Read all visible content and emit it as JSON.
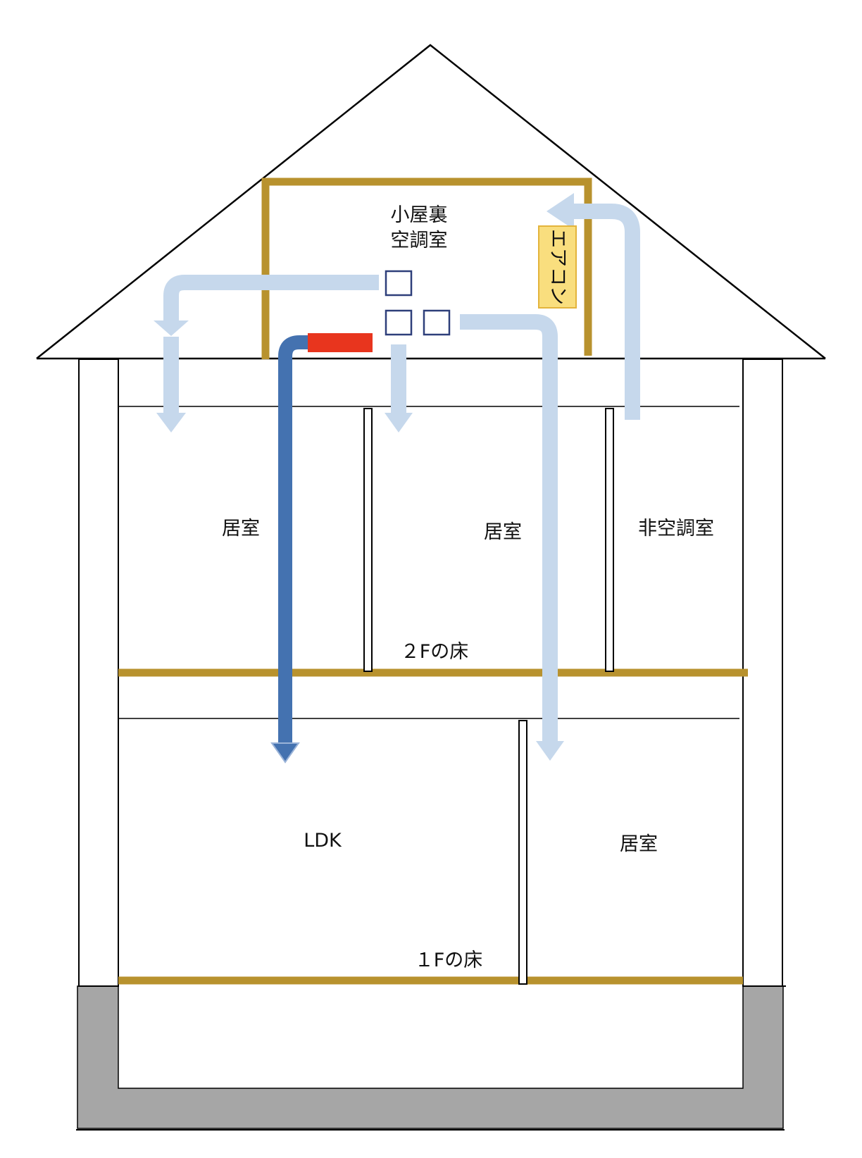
{
  "labels": {
    "attic_line1": "小屋裏",
    "attic_line2": "空調室",
    "aircon": "エアコン",
    "room_2f_left": "居室",
    "room_2f_mid": "居室",
    "room_2f_right": "非空調室",
    "floor_2f": "２Fの床",
    "room_1f_left": "LDK",
    "room_1f_right": "居室",
    "floor_1f": "１Fの床"
  },
  "colors": {
    "outline": "#000000",
    "beam": "#b8922e",
    "light_flow": "#c6d8ec",
    "dark_flow": "#4472b0",
    "heater": "#e8351e",
    "aircon_fill": "#f9de7e",
    "aircon_border": "#e3b43c",
    "foundation": "#a6a6a6",
    "vent_border": "#2e3f7a"
  }
}
